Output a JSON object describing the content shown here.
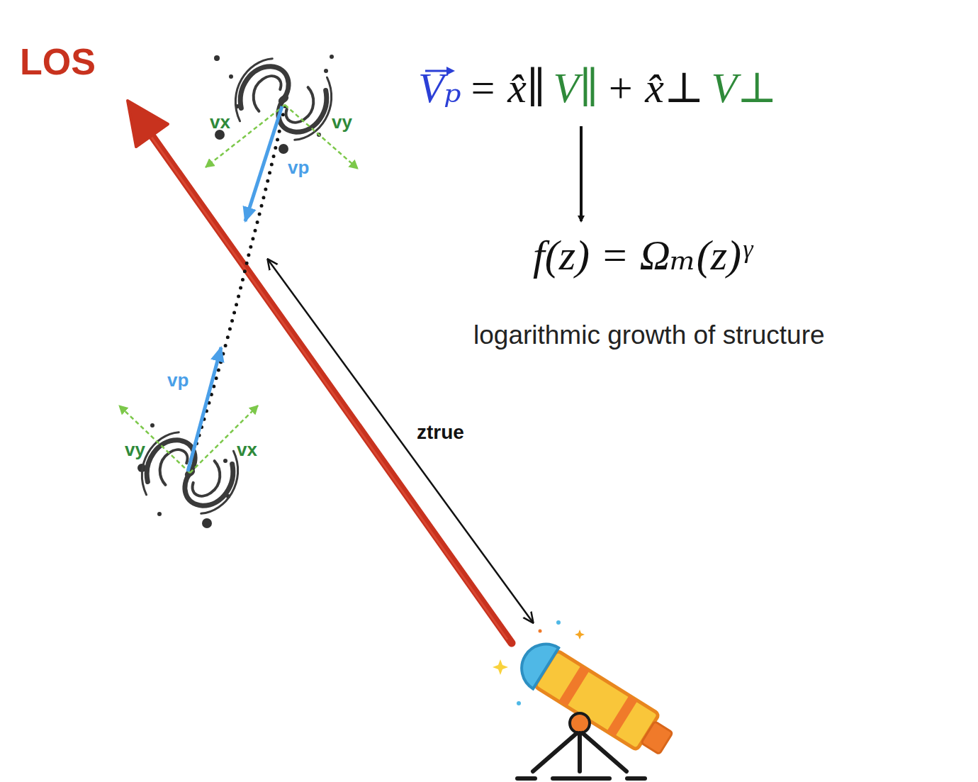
{
  "diagram": {
    "labels": [
      "LOS",
      "Vₚ",
      "= x̂∥",
      "V∥",
      "+ x̂⊥",
      "V⊥",
      "f(z) = Ωₘ(z)ᵞ",
      "logarithmic growth of structure",
      "vx",
      "vy",
      "vp",
      "vp",
      "vy",
      "vx",
      "ztrue"
    ]
  }
}
